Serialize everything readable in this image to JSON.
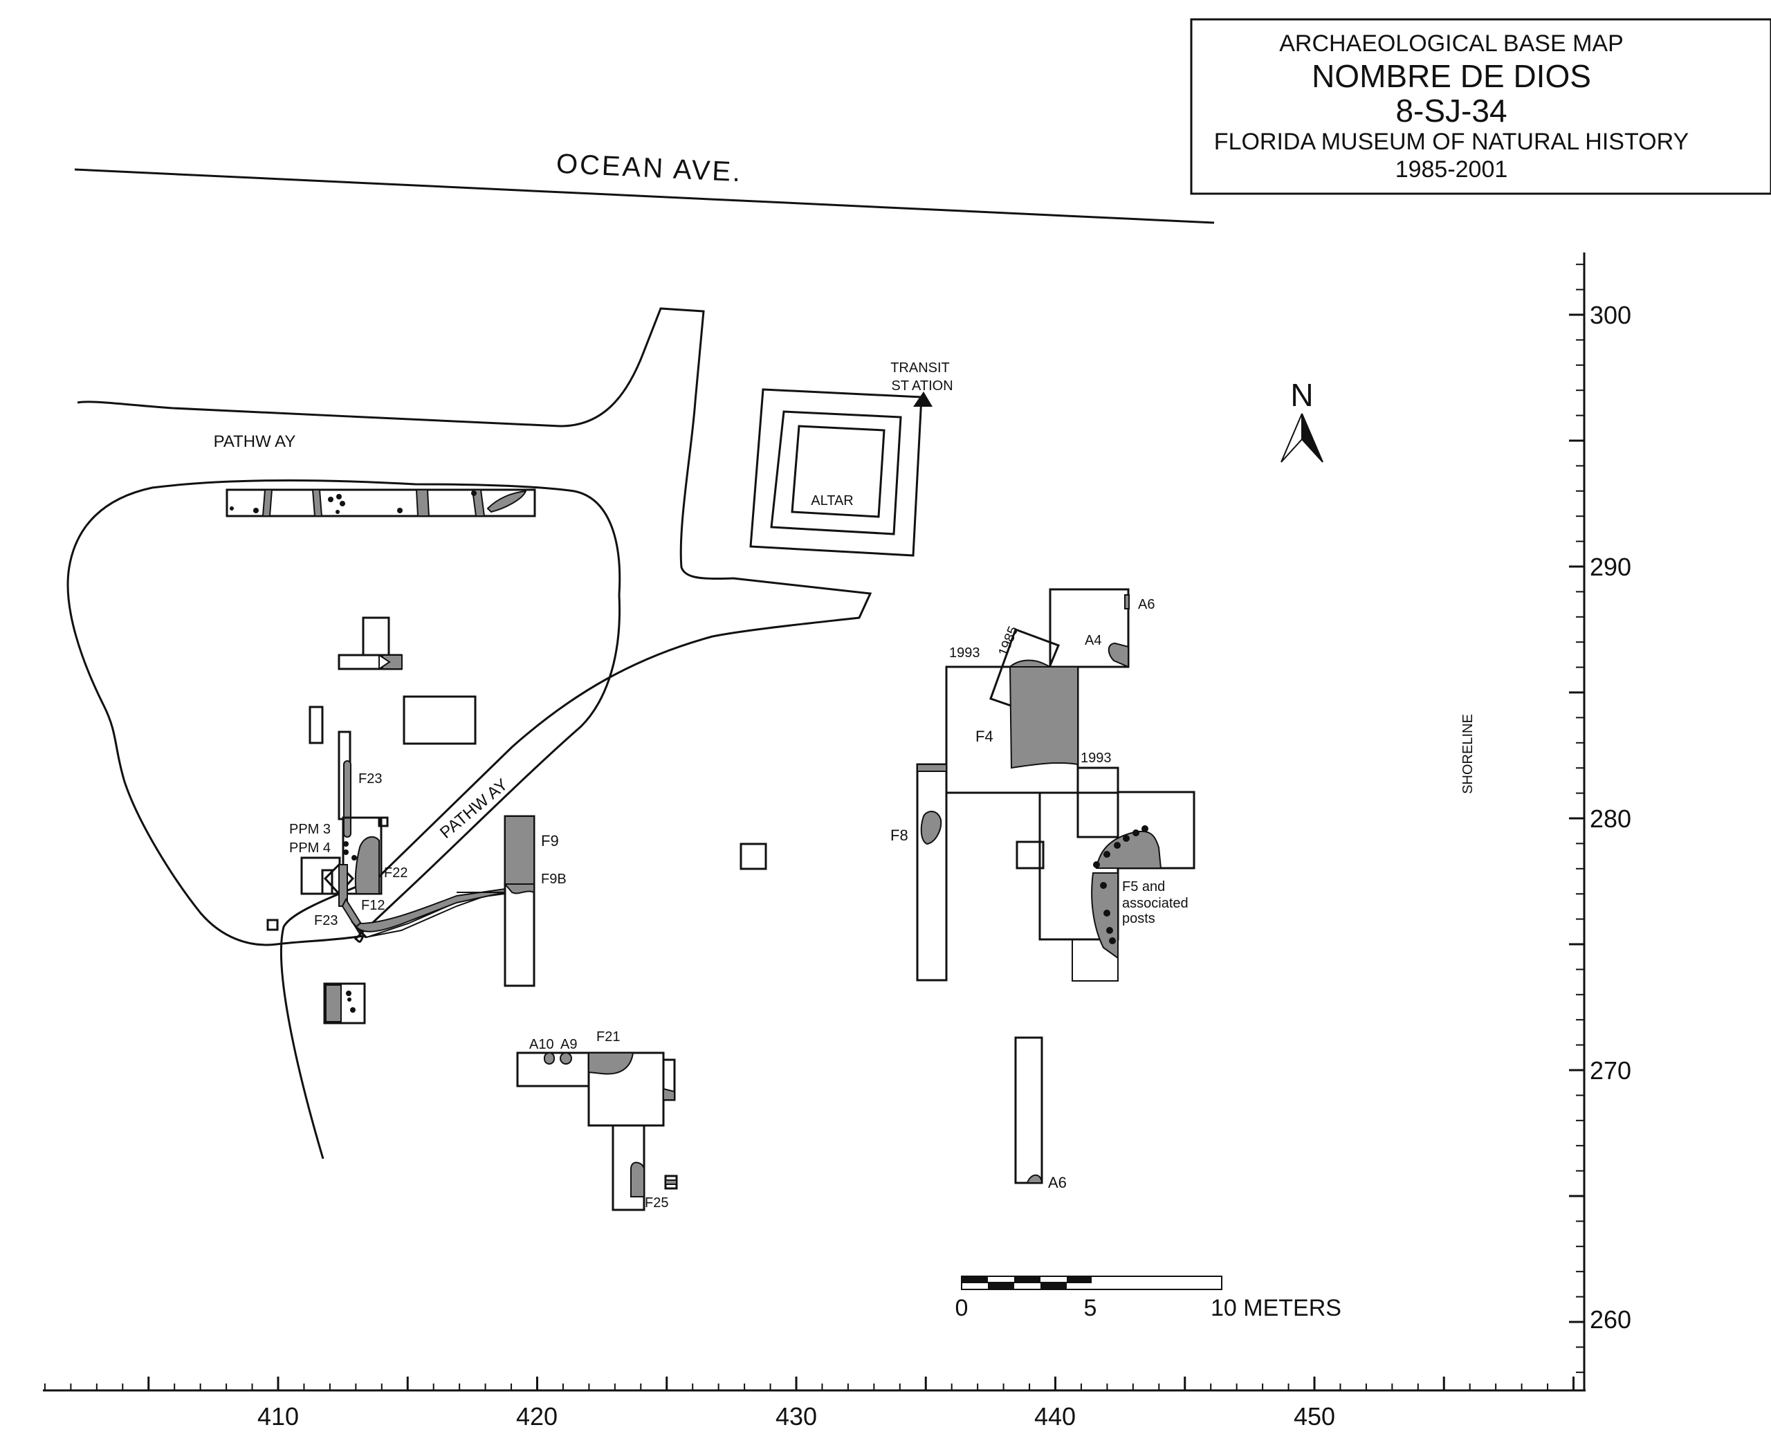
{
  "title": {
    "line1": "ARCHAEOLOGICAL BASE MAP",
    "line2": "NOMBRE DE DIOS",
    "line3": "8-SJ-34",
    "line4": "FLORIDA MUSEUM OF NATURAL HISTORY",
    "line5": "1985-2001"
  },
  "streets": {
    "ocean_ave": "OCEAN AVE.",
    "pathway_north": "PATHW AY",
    "pathway_diag": "PATHW AY"
  },
  "landmarks": {
    "altar": "ALTAR",
    "transit_line1": "TRANSIT",
    "transit_line2": "ST ATION",
    "shoreline": "SHORELINE",
    "north": "N"
  },
  "features": {
    "a6_top": "A6",
    "a4": "A4",
    "y1993_a": "1993",
    "y1985": "1985",
    "f4": "F4",
    "y1993_b": "1993",
    "f8": "F8",
    "f5_line1": "F5 and",
    "f5_line2": "associated",
    "f5_line3": "posts",
    "f23_top": "F23",
    "ppm3": "PPM 3",
    "ppm4": "PPM 4",
    "f22": "F22",
    "f12": "F12",
    "f23_bottom": "F23",
    "f9": "F9",
    "f9b": "F9B",
    "a10": "A10",
    "a9": "A9",
    "f21": "F21",
    "f25": "F25",
    "a6_bottom": "A6"
  },
  "scale_bar": {
    "label_0": "0",
    "label_5": "5",
    "label_10": "10 METERS"
  },
  "axes": {
    "x_ticks": [
      "410",
      "420",
      "430",
      "440",
      "450"
    ],
    "y_ticks": [
      "300",
      "290",
      "280",
      "270",
      "260"
    ]
  }
}
